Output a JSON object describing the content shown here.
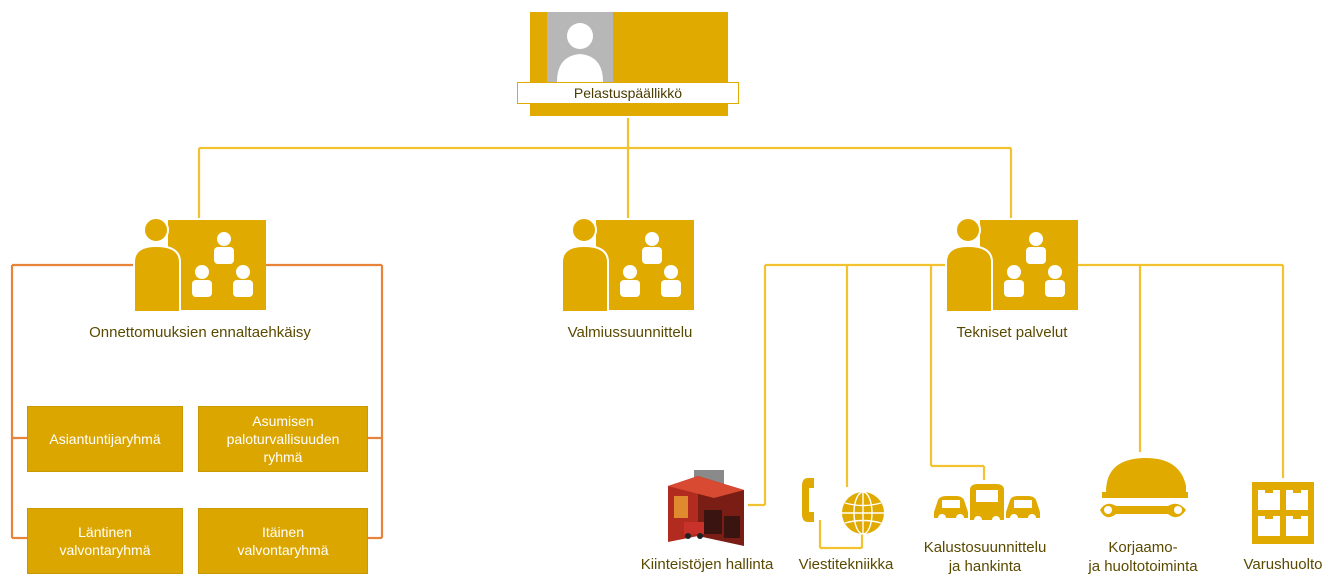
{
  "colors": {
    "gold": "#e0aa00",
    "orange_connector": "#e8833a",
    "white": "#ffffff"
  },
  "root": {
    "title": "Pelastuspäällikkö",
    "photo_icon": "person-placeholder-icon"
  },
  "units": [
    {
      "key": "prevention",
      "label": "Onnettomuuksien ennaltaehkäisy",
      "icon": "team-icon"
    },
    {
      "key": "preparedness",
      "label": "Valmiussuunnittelu",
      "icon": "team-icon"
    },
    {
      "key": "technical",
      "label": "Tekniset palvelut",
      "icon": "team-icon"
    }
  ],
  "prevention_groups": [
    {
      "label": "Asiantuntijaryhmä"
    },
    {
      "label": "Asumisen\npaloturvallisuuden\nryhmä"
    },
    {
      "label": "Läntinen\nvalvontaryhmä"
    },
    {
      "label": "Itäinen\nvalvontaryhmä"
    }
  ],
  "technical_services": [
    {
      "label": "Kiinteistöjen hallinta",
      "icon": "fire-station-building-icon"
    },
    {
      "label": "Viestitekniikka",
      "icon": "phone-globe-icon"
    },
    {
      "label": "Kalustosuunnittelu\nja hankinta",
      "icon": "vehicles-icon"
    },
    {
      "label": "Korjaamo-\nja huoltotoiminta",
      "icon": "helmet-wrench-icon"
    },
    {
      "label": "Varushuolto",
      "icon": "lockers-icon"
    }
  ]
}
